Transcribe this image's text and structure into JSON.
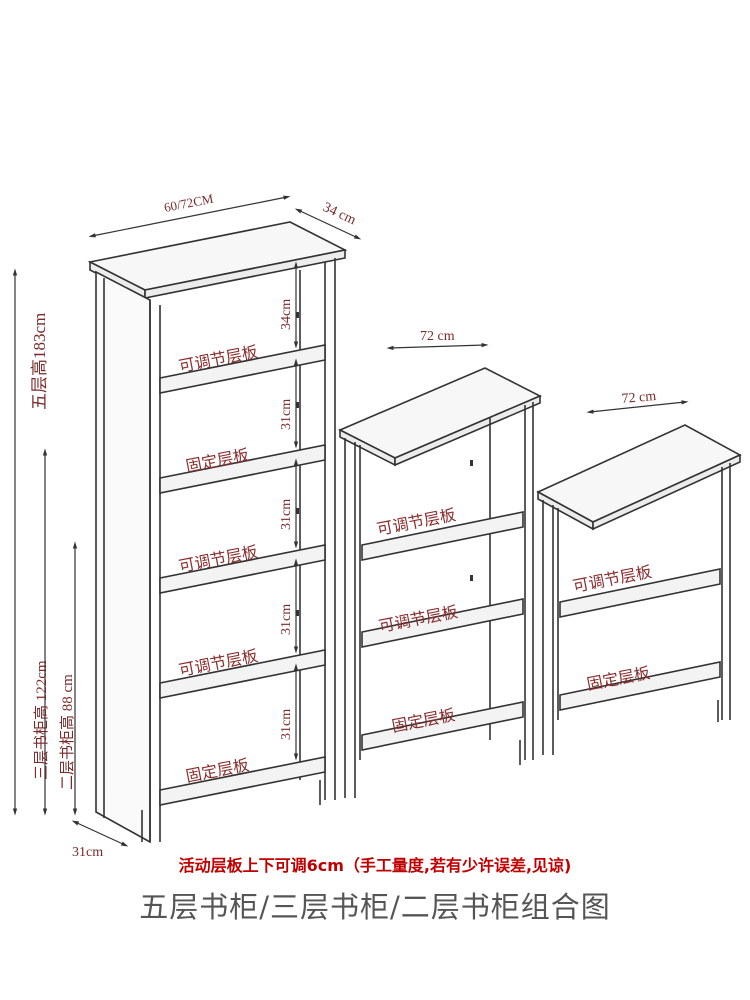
{
  "dims": {
    "width_top": "60/72CM",
    "depth": "34 cm",
    "height_five": "五层高183cm",
    "height_three": "三层书柜高 122cm",
    "height_two": "二层书柜高 88 cm",
    "foot_depth": "31cm",
    "mid_width": "72 cm",
    "small_width": "72 cm",
    "gap_top": "34cm",
    "gap_2": "31cm",
    "gap_3": "31cm",
    "gap_4": "31cm",
    "gap_5": "31cm"
  },
  "shelf_labels": {
    "tall": [
      "可调节层板",
      "固定层板",
      "可调节层板",
      "可调节层板",
      "固定层板"
    ],
    "mid": [
      "可调节层板",
      "可调节层板",
      "固定层板"
    ],
    "small": [
      "可调节层板",
      "固定层板"
    ]
  },
  "note": "活动层板上下可调6cm（手工量度,若有少许误差,见谅)",
  "title": "五层书柜/三层书柜/二层书柜组合图",
  "colors": {
    "line": "#333333",
    "dim_text": "#7a2a2a",
    "shelf_text": "#8b2d2d",
    "shelf_fill": "#f3f3f3"
  }
}
